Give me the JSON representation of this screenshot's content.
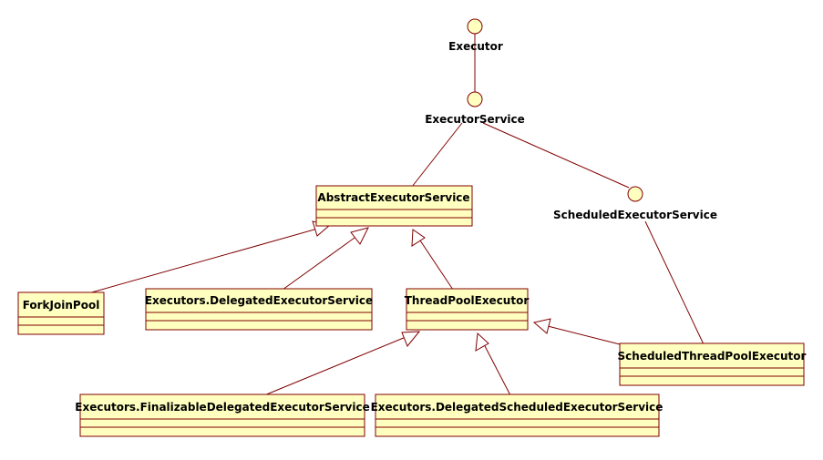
{
  "interfaces": {
    "executor": "Executor",
    "executor_service": "ExecutorService",
    "scheduled_executor_service": "ScheduledExecutorService"
  },
  "classes": {
    "abstract_executor_service": "AbstractExecutorService",
    "fork_join_pool": "ForkJoinPool",
    "delegated_executor_service": "Executors.DelegatedExecutorService",
    "thread_pool_executor": "ThreadPoolExecutor",
    "scheduled_thread_pool_executor": "ScheduledThreadPoolExecutor",
    "finalizable_delegated_executor_service": "Executors.FinalizableDelegatedExecutorService",
    "delegated_scheduled_executor_service": "Executors.DelegatedScheduledExecutorService"
  },
  "colors": {
    "box_fill": "#ffffc0",
    "line": "#800000"
  }
}
